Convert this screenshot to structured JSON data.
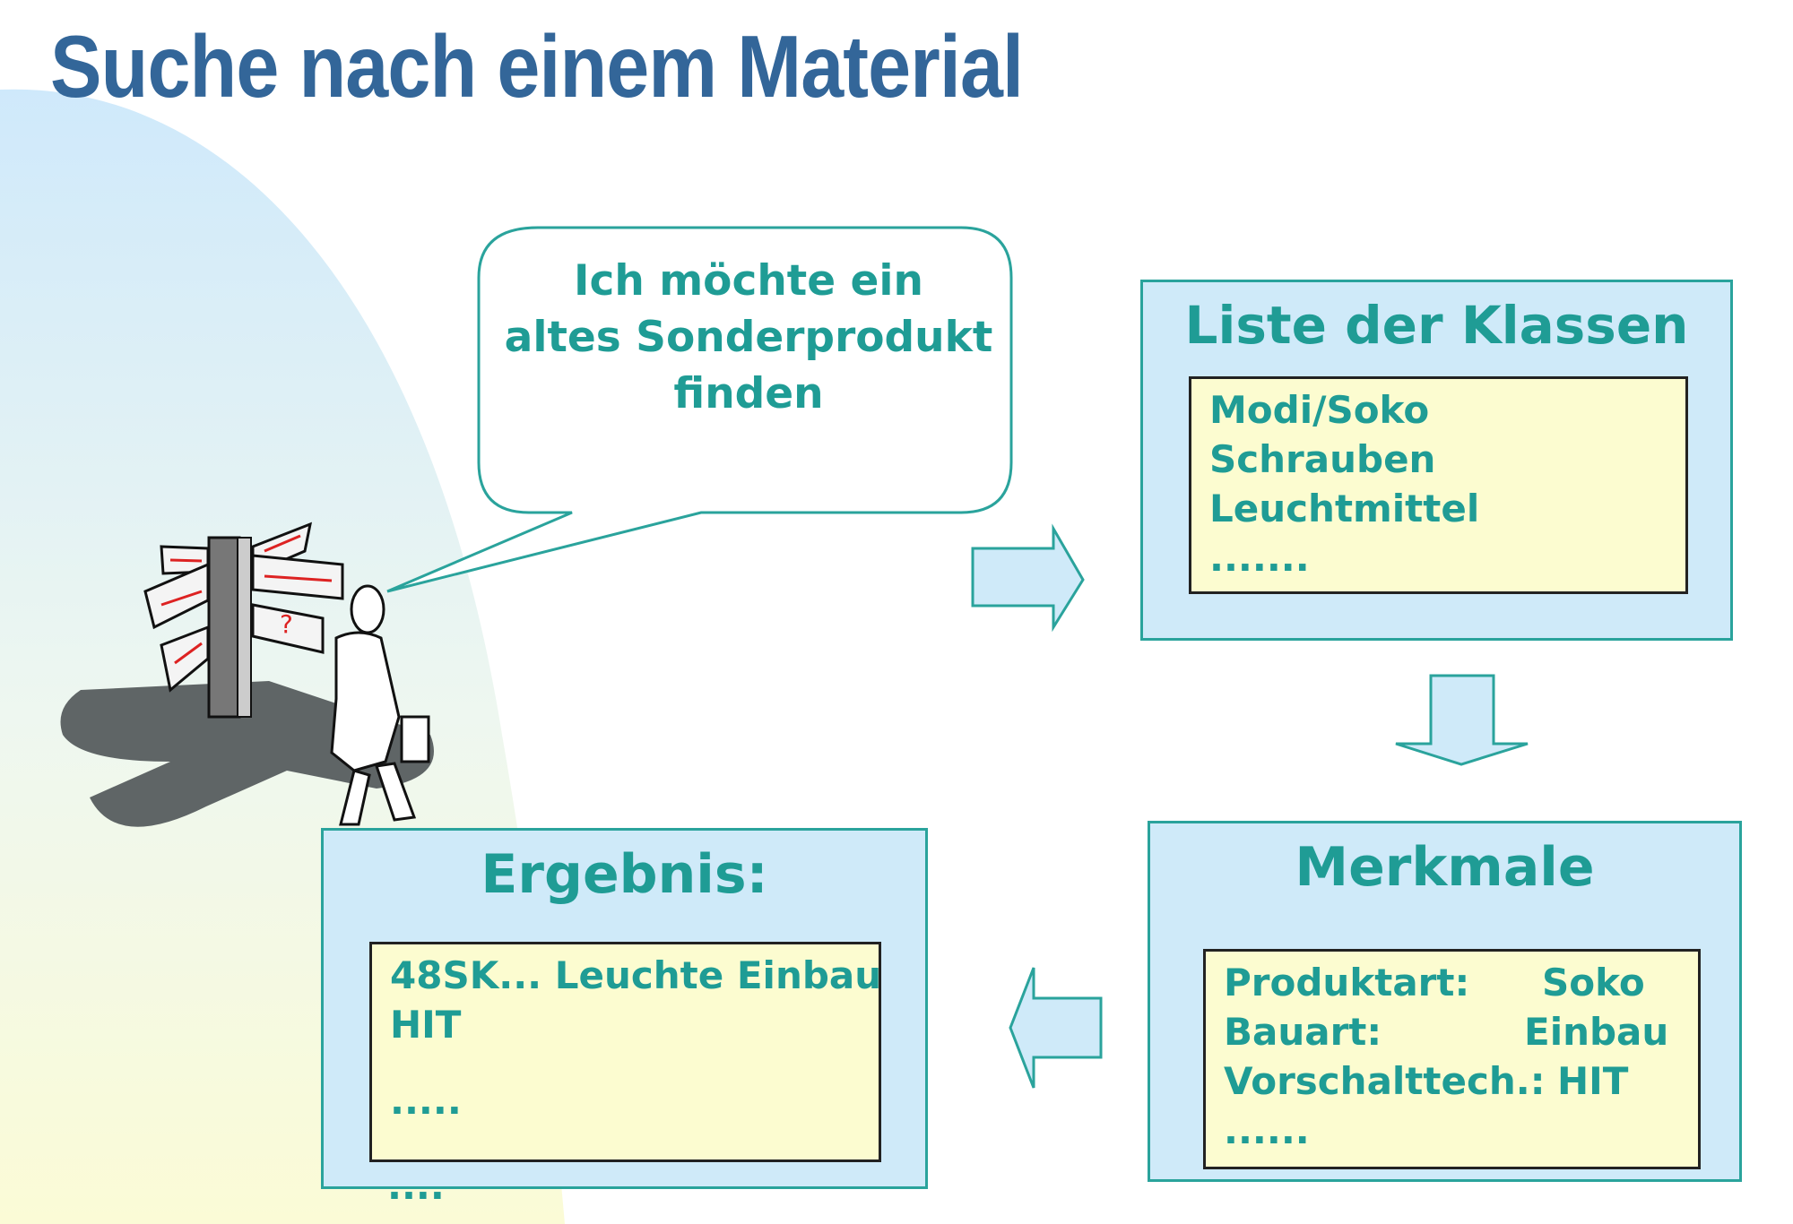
{
  "title": "Suche nach einem Material",
  "speech_bubble": {
    "lines": [
      "Ich möchte ein",
      "altes Sonderprodukt",
      "finden"
    ]
  },
  "classes_box": {
    "title": "Liste der Klassen",
    "items": [
      "Modi/Soko",
      "Schrauben",
      "Leuchtmittel",
      "......."
    ]
  },
  "features_box": {
    "title": "Merkmale",
    "rows": [
      {
        "label": "Produktart:",
        "value": "Soko"
      },
      {
        "label": "Bauart:",
        "value": "Einbau"
      },
      {
        "label": "Vorschalttech.:",
        "value": "HIT"
      }
    ],
    "ellipsis": "......"
  },
  "result_box": {
    "title": "Ergebnis:",
    "lines": [
      "48SK... Leuchte Einbau",
      "HIT",
      "....."
    ],
    "trailing": "...."
  },
  "colors": {
    "title": "#336699",
    "text_teal": "#1f9c95",
    "box_fill": "#cfeaf9",
    "inner_fill": "#fcfcd0"
  },
  "icons": [
    "signpost-clipart-icon",
    "arrow-right-icon",
    "arrow-down-icon",
    "arrow-left-icon"
  ]
}
